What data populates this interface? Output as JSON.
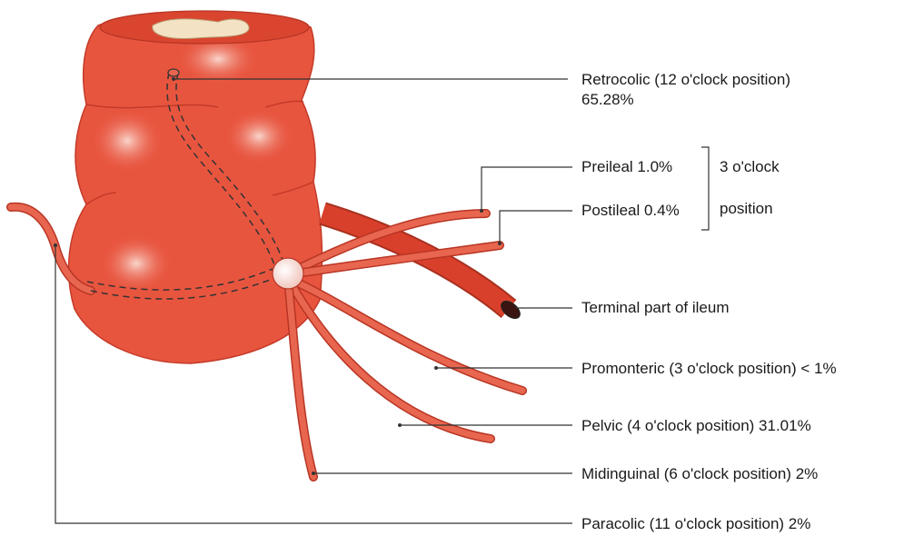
{
  "labels": {
    "retrocolic": "Retrocolic (12 o'clock position)",
    "retrocolic_pct": "65.28%",
    "preileal": "Preileal 1.0%",
    "postileal": "Postileal 0.4%",
    "clock3": "3 o'clock",
    "position": "position",
    "terminal": "Terminal part of ileum",
    "promonteric": "Promonteric (3 o'clock position) < 1%",
    "pelvic": "Pelvic (4 o'clock position) 31.01%",
    "midinguinal": "Midinguinal (6 o'clock position) 2%",
    "paracolic": "Paracolic (11 o'clock position) 2%"
  },
  "colors": {
    "caecum": "#e8553f",
    "caecum_dark": "#c43a28",
    "highlight": "#f7c9bd",
    "appendix": "#e8664f",
    "ileum": "#d9402c",
    "lumen": "#f3e2c4",
    "leader": "#333333"
  }
}
